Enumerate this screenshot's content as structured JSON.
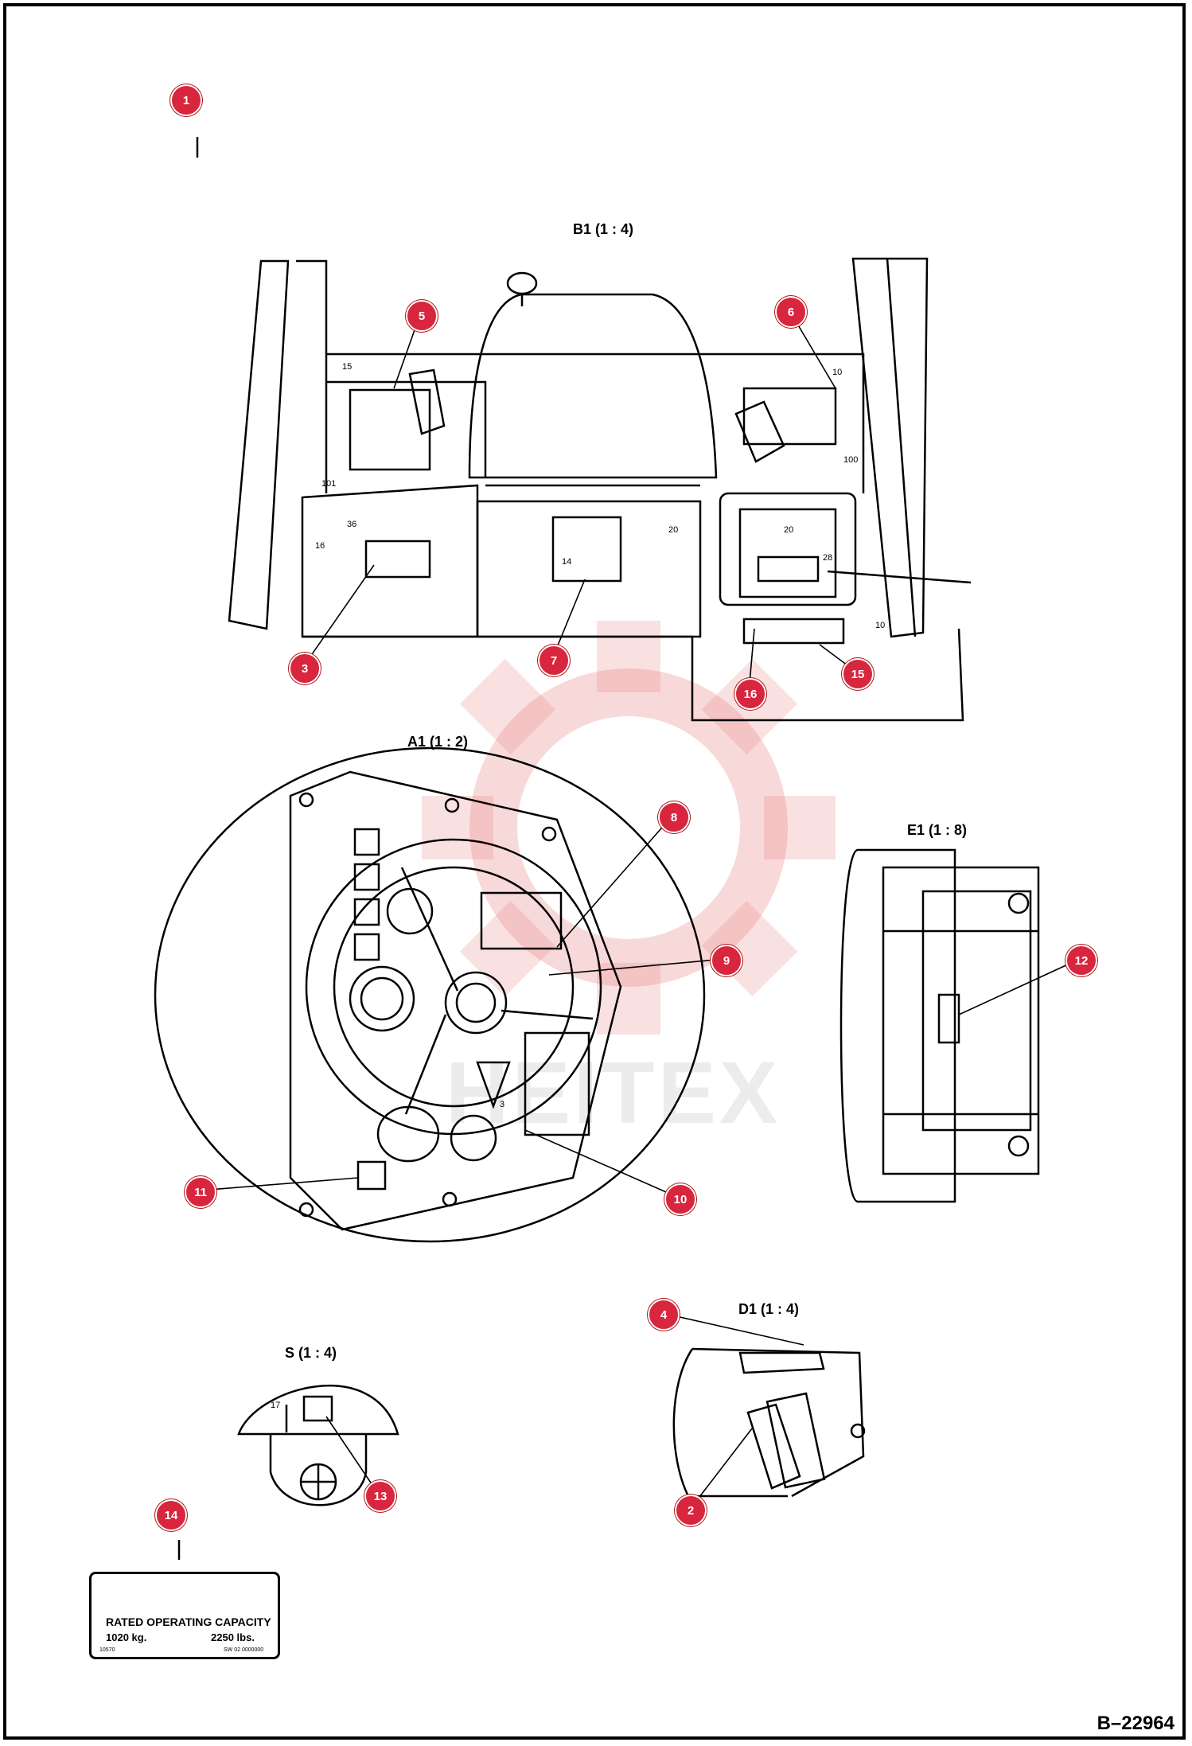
{
  "views": {
    "b1": "B1 (1 : 4)",
    "a1": "A1 (1 : 2)",
    "e1": "E1 (1 : 8)",
    "d1": "D1 (1 : 4)",
    "s": "S (1 : 4)"
  },
  "callouts": [
    "1",
    "2",
    "3",
    "4",
    "5",
    "6",
    "7",
    "8",
    "9",
    "10",
    "11",
    "12",
    "13",
    "14",
    "15",
    "16"
  ],
  "dimensions": {
    "d15a": "15",
    "d101": "101",
    "d36": "36",
    "d16": "16",
    "d20a": "20",
    "d10a": "10",
    "d100": "100",
    "d20b": "20",
    "d28": "28",
    "d10b": "10",
    "d14": "14",
    "d17": "17",
    "d3": "3"
  },
  "capacity_label": {
    "title": "RATED OPERATING CAPACITY",
    "kg": "1020 kg.",
    "lbs": "2250 lbs.",
    "left_code": "10570",
    "right_code": "SW 02 0000000"
  },
  "drawing_id": "B–22964",
  "watermark": "HEITEX",
  "colors": {
    "callout": "#d7263d",
    "line": "#000000",
    "watermark": "#e8a0a0"
  }
}
